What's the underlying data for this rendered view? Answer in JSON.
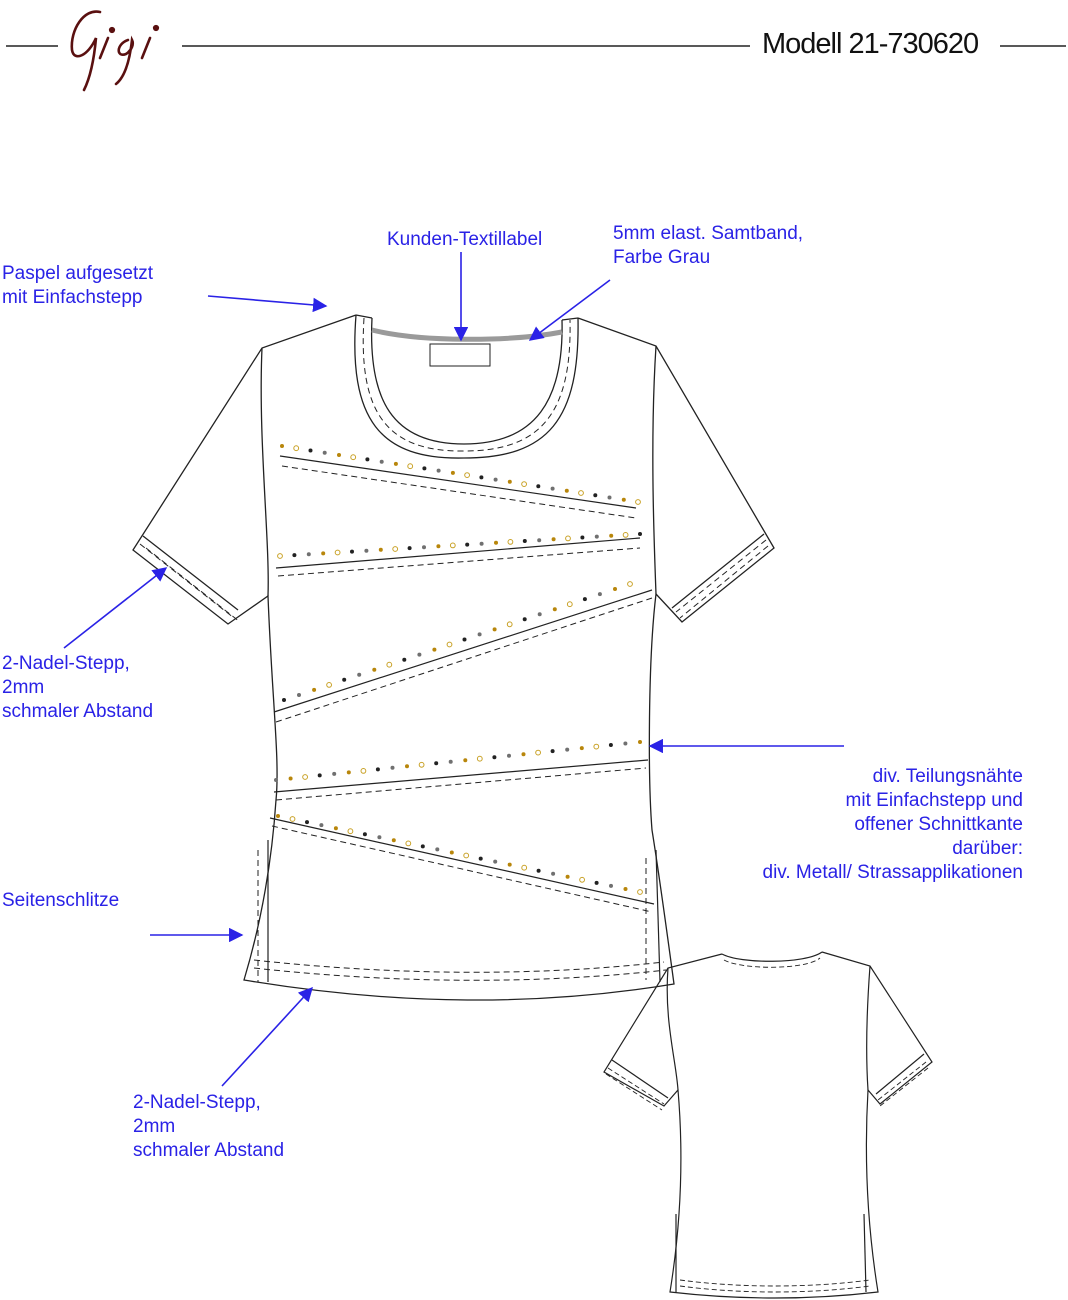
{
  "header": {
    "logo_text": "Gigi",
    "model_label": "Modell 21-730620"
  },
  "labels": {
    "paspel": [
      "Paspel   aufgesetzt",
      "mit   Einfachstepp"
    ],
    "kunden": [
      "Kunden-Textillabel"
    ],
    "samtband": [
      "5mm   elast.   Samtband,",
      "Farbe   Grau"
    ],
    "sleeve_stitch": [
      "2-Nadel-Stepp,",
      "2mm",
      "schmaler   Abstand"
    ],
    "teilung": [
      "div.   Teilungsnähte",
      "mit   Einfachstepp   und",
      "offener   Schnittkante",
      "darüber:",
      "div.   Metall/ Strassapplikationen"
    ],
    "seitenschlitze": [
      "Seitenschlitze"
    ],
    "hem_stitch": [
      "2-Nadel-Stepp,",
      "2mm",
      "schmaler   Abstand"
    ]
  },
  "colors": {
    "annotation": "#2a22e6",
    "line": "#222222",
    "logo": "#5a1010",
    "stud_gold": "#b8860b",
    "stud_dark": "#222222",
    "stud_grey": "#707070",
    "stud_ring": "#c9a227"
  }
}
